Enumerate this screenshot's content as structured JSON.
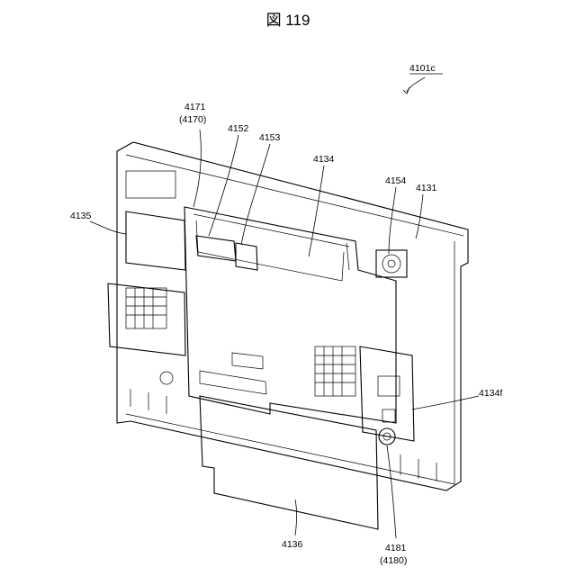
{
  "figure": {
    "title": "図 119"
  },
  "labels": {
    "ref_4101c": "4101c",
    "ref_4171": "4171",
    "ref_4170": "(4170)",
    "ref_4152": "4152",
    "ref_4153": "4153",
    "ref_4134": "4134",
    "ref_4154": "4154",
    "ref_4131": "4131",
    "ref_4135": "4135",
    "ref_4134f": "4134f",
    "ref_4136": "4136",
    "ref_4181": "4181",
    "ref_4180": "(4180)"
  }
}
